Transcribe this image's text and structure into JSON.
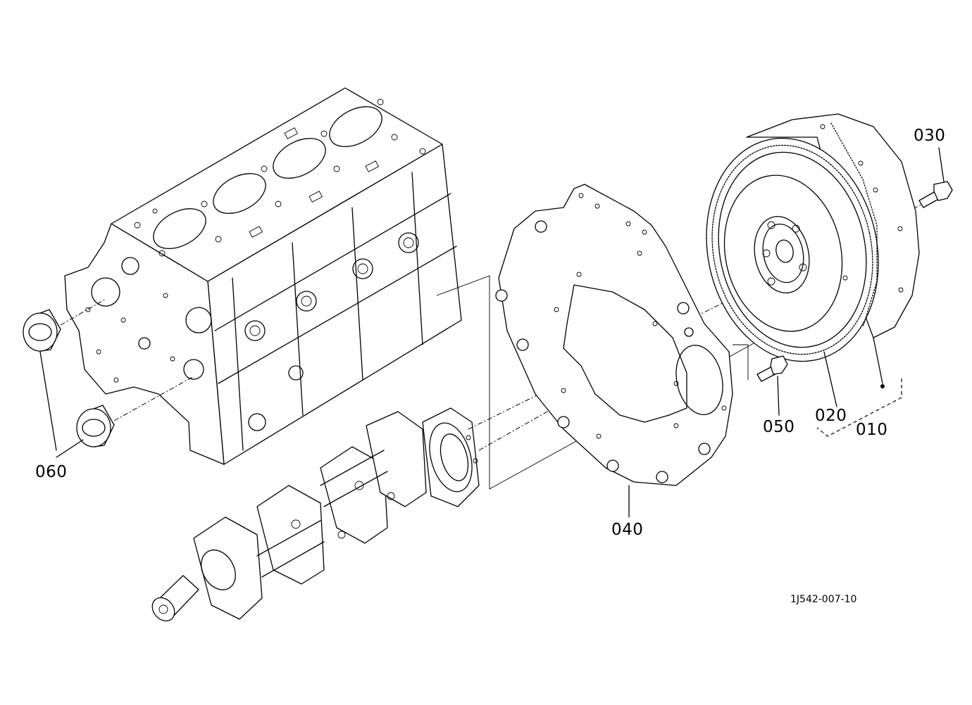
{
  "parts": [
    {
      "id": "p010",
      "number": "010"
    },
    {
      "id": "p020",
      "number": "020"
    },
    {
      "id": "p030",
      "number": "030"
    },
    {
      "id": "p040",
      "number": "040"
    },
    {
      "id": "p050",
      "number": "050"
    },
    {
      "id": "p060",
      "number": "060"
    }
  ],
  "drawing_code": "1J542-007-10"
}
